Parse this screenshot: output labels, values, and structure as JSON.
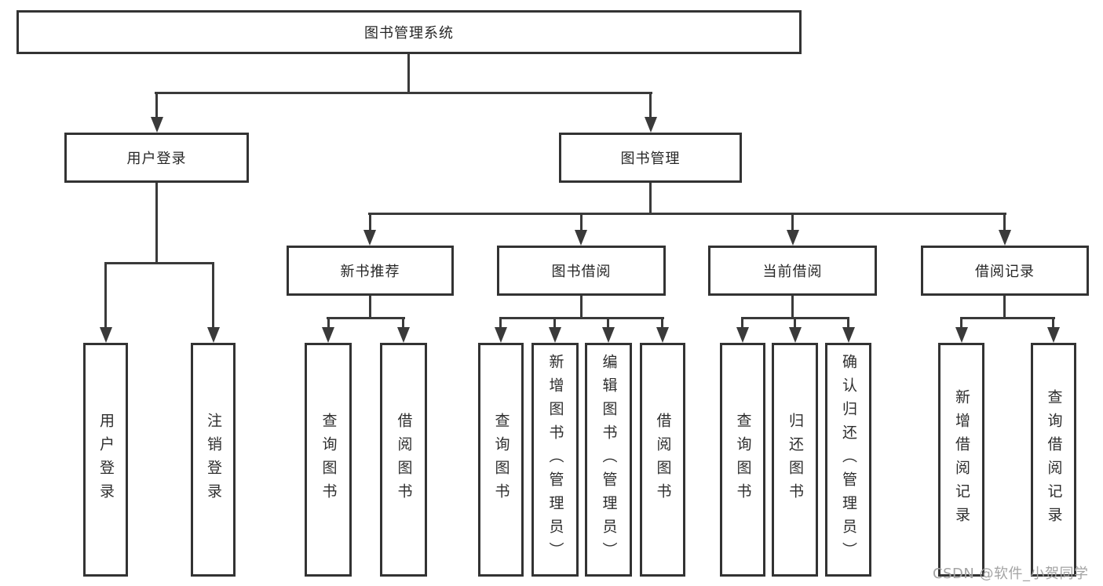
{
  "tree": {
    "root": {
      "label": "图书管理系统"
    },
    "branches": [
      {
        "label": "用户登录",
        "children": [
          {
            "label": "用户登录"
          },
          {
            "label": "注销登录"
          }
        ]
      },
      {
        "label": "图书管理",
        "children": [
          {
            "label": "新书推荐",
            "children": [
              {
                "label": "查询图书"
              },
              {
                "label": "借阅图书"
              }
            ]
          },
          {
            "label": "图书借阅",
            "children": [
              {
                "label": "查询图书"
              },
              {
                "label": "新增图书（管理员）"
              },
              {
                "label": "编辑图书（管理员）"
              },
              {
                "label": "借阅图书"
              }
            ]
          },
          {
            "label": "当前借阅",
            "children": [
              {
                "label": "查询图书"
              },
              {
                "label": "归还图书"
              },
              {
                "label": "确认归还（管理员）"
              }
            ]
          },
          {
            "label": "借阅记录",
            "children": [
              {
                "label": "新增借阅记录"
              },
              {
                "label": "查询借阅记录"
              }
            ]
          }
        ]
      }
    ]
  },
  "watermark": {
    "text": "CSDN @软件_小贺同学"
  },
  "colors": {
    "background": "#ffffff",
    "line": "#3a3a3a",
    "border": "#333333",
    "text": "#262626",
    "watermark": "#a3a3a3"
  }
}
